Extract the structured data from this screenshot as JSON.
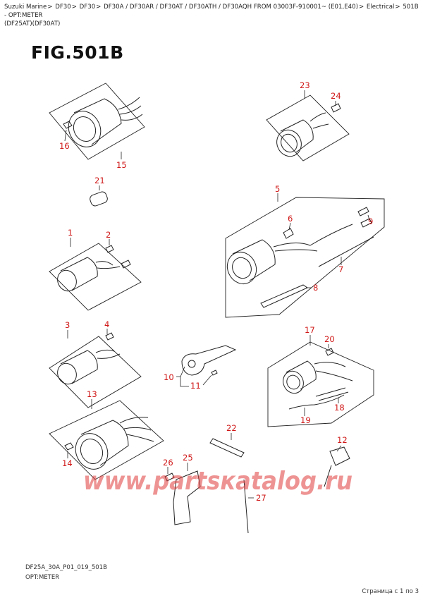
{
  "breadcrumb": {
    "items": [
      "Suzuki Marine",
      "DF30",
      "DF30",
      "DF30A / DF30AR / DF30AT / DF30ATH / DF30AQH FROM 03003F-910001~ (E01,E40)",
      "Electrical",
      "501B - OPT:METER"
    ],
    "separator": ">",
    "second_line": "(DF25AT)(DF30AT)"
  },
  "figure": {
    "title": "FIG.501B",
    "callouts": {
      "c1": "1",
      "c2": "2",
      "c3": "3",
      "c4": "4",
      "c5": "5",
      "c6": "6",
      "c7": "7",
      "c8": "8",
      "c9": "9",
      "c10": "10",
      "c11": "11",
      "c12": "12",
      "c13": "13",
      "c14": "14",
      "c15": "15",
      "c16": "16",
      "c17": "17",
      "c18": "18",
      "c19": "19",
      "c20": "20",
      "c21": "21",
      "c22": "22",
      "c23": "23",
      "c24": "24",
      "c25": "25",
      "c26": "26",
      "c27": "27"
    },
    "watermark": "www.partsкatalog.ru"
  },
  "footer": {
    "code": "DF25A_30A_P01_019_501B",
    "name": "OPT:METER",
    "pager": "Страница с 1 по 3"
  },
  "colors": {
    "callout": "#d01818",
    "watermark": "#e03a3a",
    "line": "#222222"
  }
}
